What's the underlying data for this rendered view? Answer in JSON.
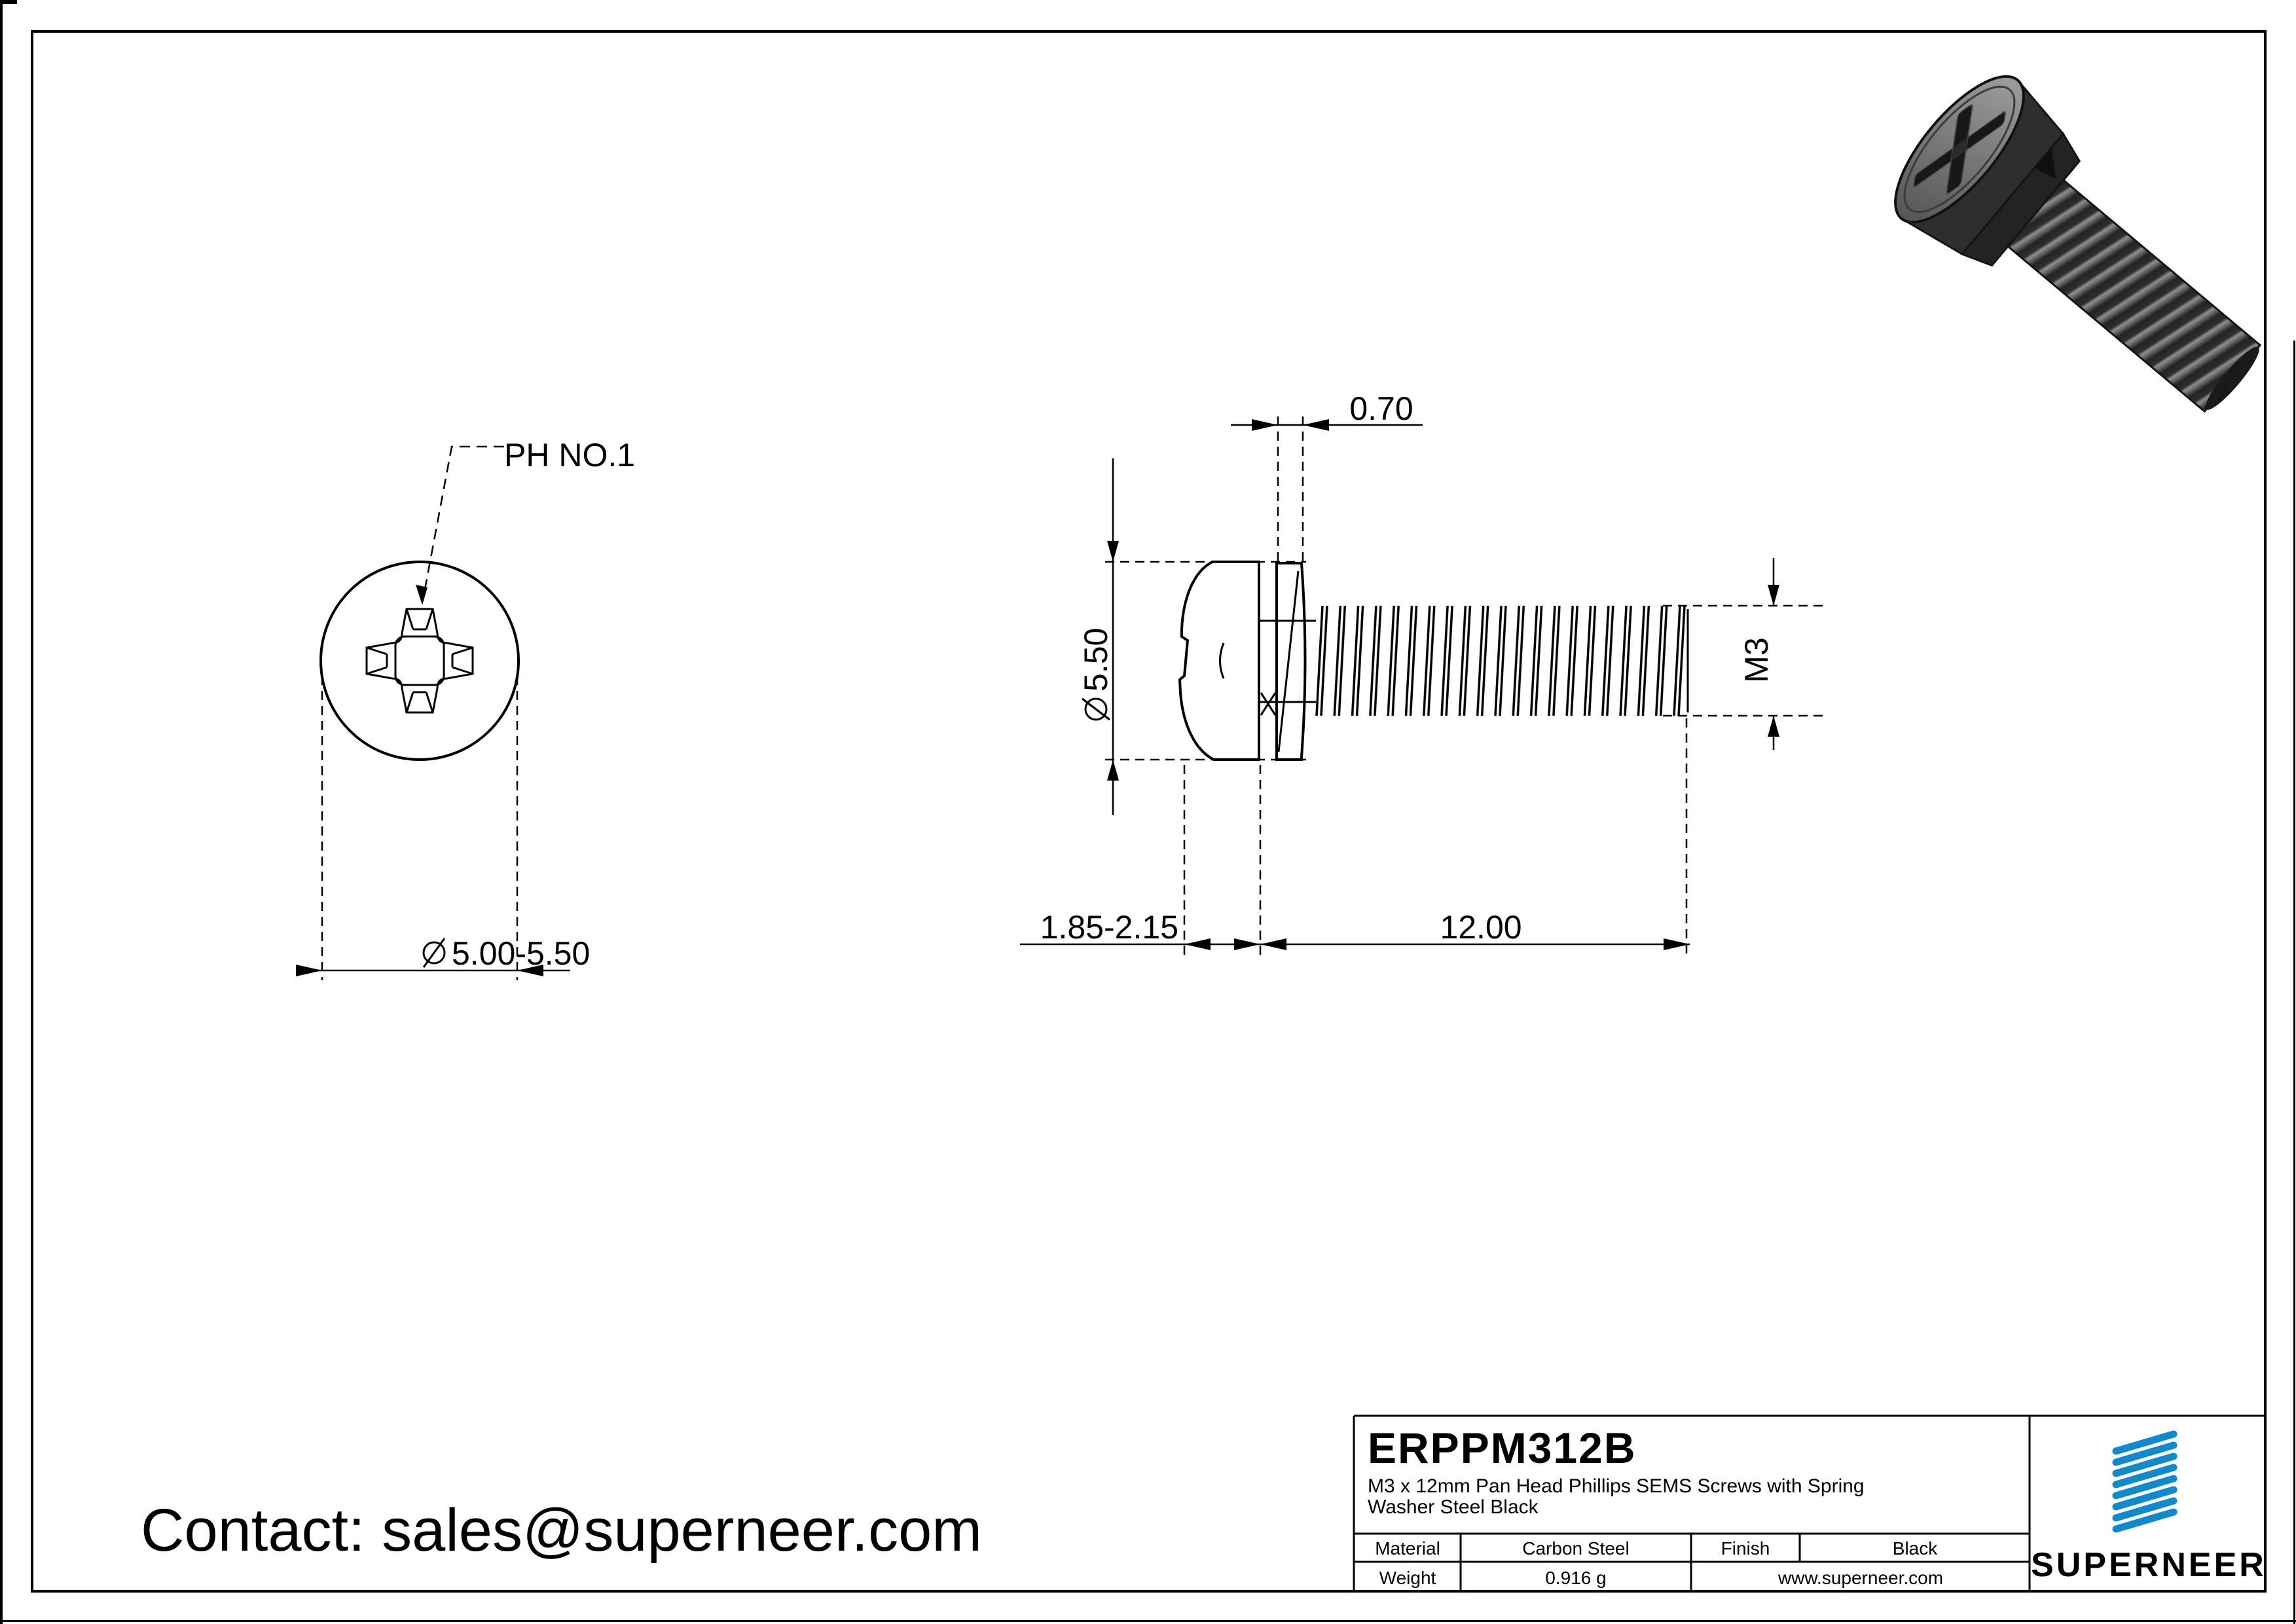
{
  "colors": {
    "bg": "#ffffff",
    "line": "#000000",
    "accent_blue": "#1289CA",
    "screw_dark": "#2e2e2e"
  },
  "drawing": {
    "ph_callout": "PH NO.1",
    "front_diameter": "5.00-5.50",
    "washer_thickness": "0.70",
    "head_diameter": "5.50",
    "head_height_range": "1.85-2.15",
    "thread_length": "12.00",
    "thread_spec": "M3"
  },
  "contact": {
    "label": "Contact: sales@superneer.com"
  },
  "title_block": {
    "part_number": "ERPPM312B",
    "description_line1": "M3 x 12mm Pan Head Phillips SEMS Screws with Spring",
    "description_line2": "Washer Steel Black",
    "material_label": "Material",
    "material_value": "Carbon Steel",
    "finish_label": "Finish",
    "finish_value": "Black",
    "weight_label": "Weight",
    "weight_value": "0.916 g",
    "website": "www.superneer.com",
    "brand": "SUPERNEER"
  }
}
